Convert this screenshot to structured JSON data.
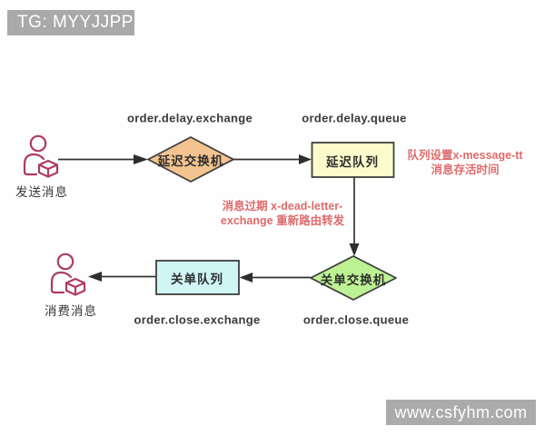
{
  "badge": {
    "text": "TG: MYYJJPP"
  },
  "watermark": {
    "text": "www.csfyhm.com"
  },
  "colors": {
    "diamond_delay_fill": "#f3c48f",
    "rect_delay_fill": "#fbfbcb",
    "diamond_close_fill": "#bdf293",
    "rect_close_fill": "#cff5f5",
    "shape_stroke": "#3f3f3f",
    "arrow": "#333333",
    "annotation_red": "#de6b6b",
    "actor_icon": "#ae3b62",
    "badge_bg": "#a9a9a9"
  },
  "diagram": {
    "nodes": {
      "delay_exchange": {
        "label": "延迟交换机",
        "caption": "order.delay.exchange",
        "shape": "diamond",
        "fill": "#f3c48f"
      },
      "delay_queue": {
        "label": "延迟队列",
        "caption": "order.delay.queue",
        "shape": "rect",
        "fill": "#fbfbcb"
      },
      "close_exchange": {
        "label": "关单交换机",
        "caption": "order.close.queue",
        "shape": "diamond",
        "fill": "#bdf293"
      },
      "close_queue": {
        "label": "关单队列",
        "caption": "order.close.exchange",
        "shape": "rect",
        "fill": "#cff5f5"
      }
    },
    "actors": {
      "producer": {
        "label": "发送消息"
      },
      "consumer": {
        "label": "消费消息"
      }
    },
    "annotations": {
      "ttl": {
        "line1": "队列设置x-message-tt",
        "line2": "消息存活时间"
      },
      "dead_letter": {
        "line1": "消息过期 x-dead-letter-",
        "line2": "exchange 重新路由转发"
      }
    }
  }
}
